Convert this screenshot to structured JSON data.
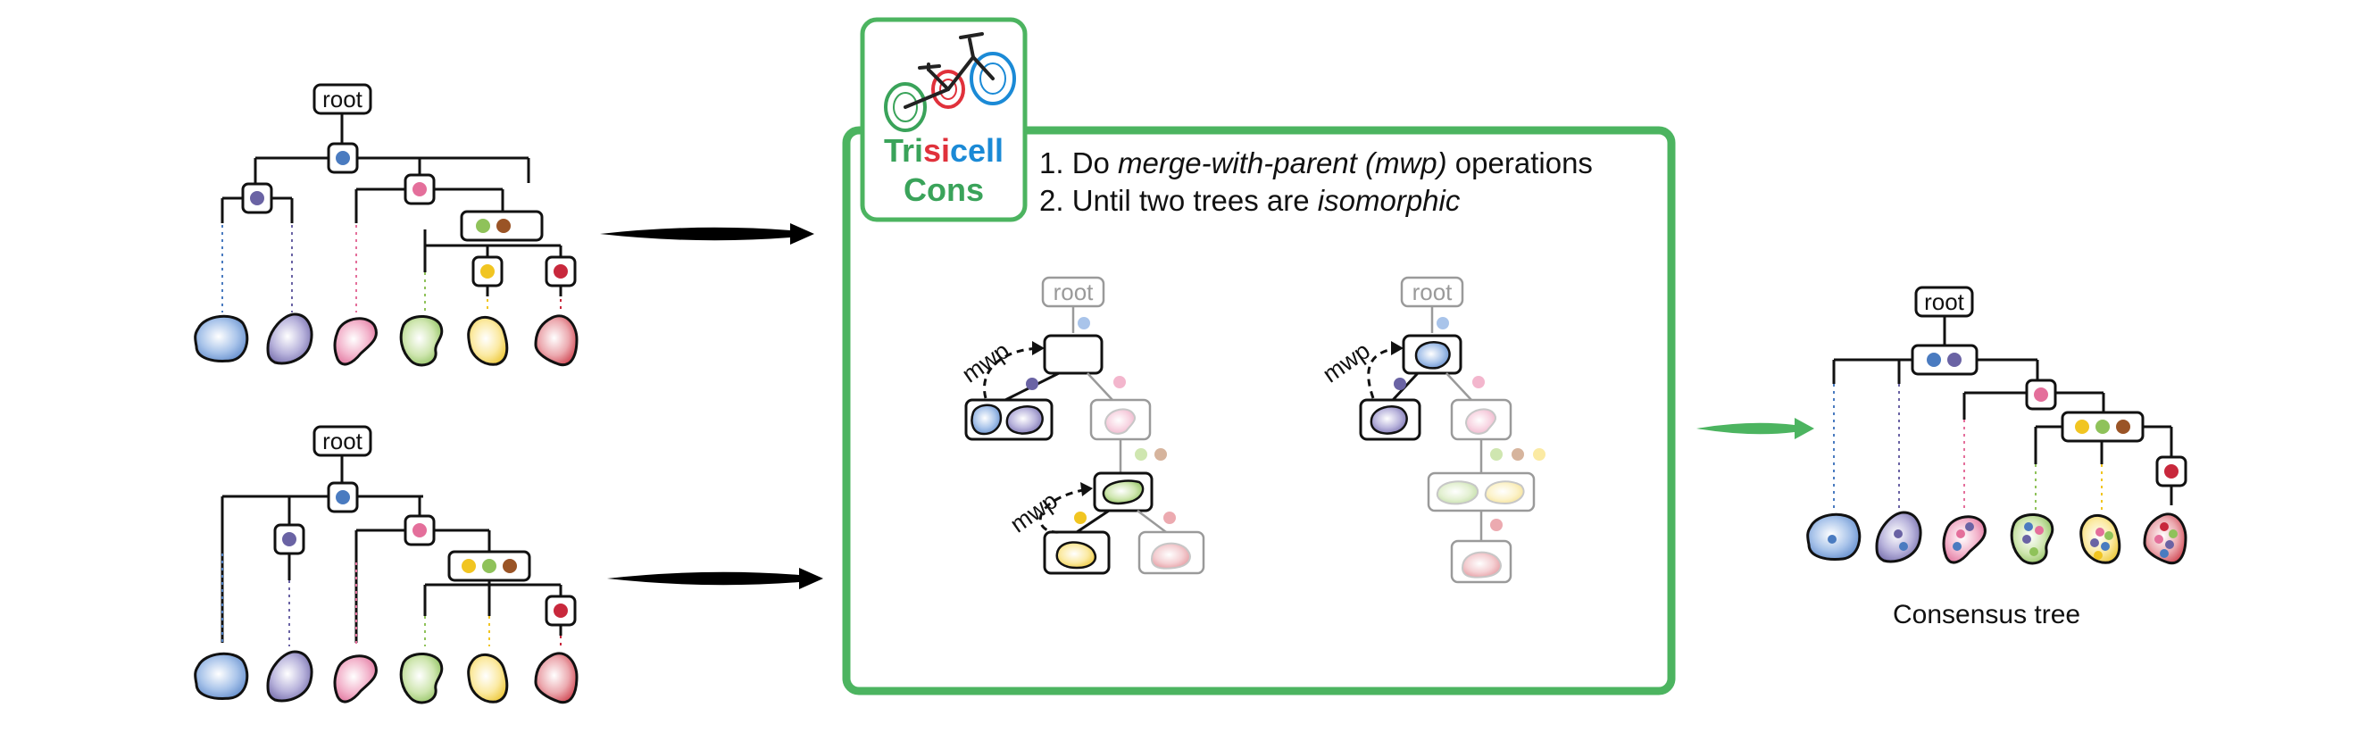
{
  "root_label": "root",
  "logo": {
    "line1": [
      "Tri",
      "si",
      "cell"
    ],
    "line2": "Cons",
    "colors": {
      "green": "#3aa35a",
      "red": "#e0313b",
      "blue": "#1b8ad6"
    }
  },
  "steps": {
    "s1": {
      "num": "1. Do ",
      "em": "merge-with-parent (mwp)",
      "rest": " operations"
    },
    "s2": {
      "num": "2. Until two trees are ",
      "em": "isomorphic"
    }
  },
  "mwp_label": "mwp",
  "consensus_label": "Consensus tree",
  "colors": {
    "blue": "#4a7bc0",
    "purple": "#6a63a4",
    "pink": "#e46f9b",
    "lightgreen": "#8fc25a",
    "yellow": "#f1c521",
    "brown": "#9a5426",
    "red": "#c8283c",
    "frame_green": "#4cb460"
  }
}
